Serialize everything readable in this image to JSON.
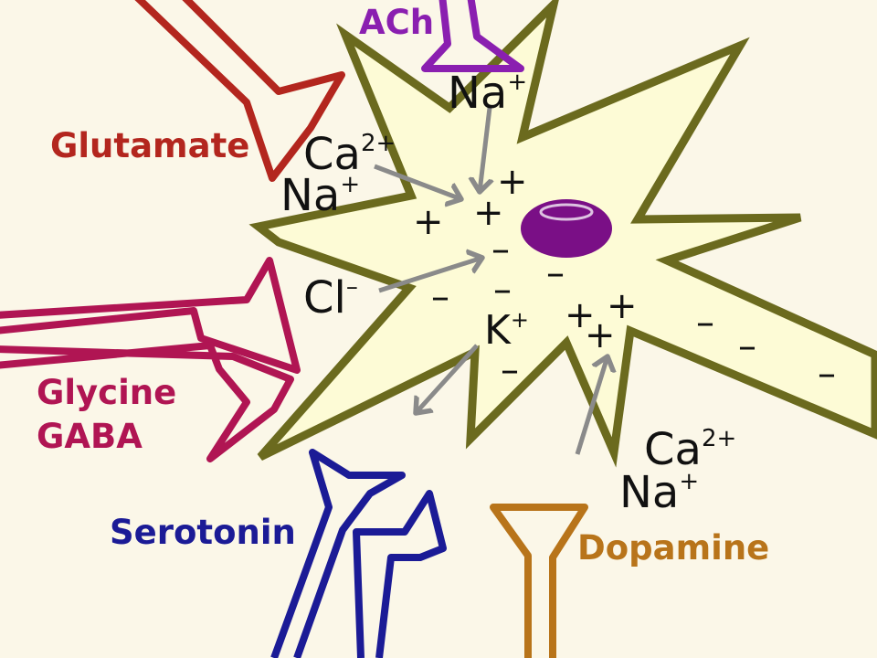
{
  "colors": {
    "background": "#fbf7e8",
    "cell_fill": "#fdfbd6",
    "cell_outline": "#6b6a1e",
    "nucleus": "#7a0f86",
    "arrow": "#8a8a8a",
    "ach": "#8a1fb0",
    "glutamate": "#b3261e",
    "glycine_gaba": "#b01553",
    "serotonin": "#1b1b96",
    "dopamine": "#b8741a"
  },
  "neurotransmitters": {
    "ach": "ACh",
    "glutamate": "Glutamate",
    "glycine": "Glycine",
    "gaba": "GABA",
    "serotonin": "Serotonin",
    "dopamine": "Dopamine"
  },
  "ions": {
    "top_na": {
      "base": "Na",
      "sup": "+"
    },
    "left_ca": {
      "base": "Ca",
      "sup": "2+"
    },
    "left_na": {
      "base": "Na",
      "sup": "+"
    },
    "cl": {
      "base": "Cl",
      "sup": "–"
    },
    "k": {
      "base": "K",
      "sup": "+"
    },
    "bottom_ca": {
      "base": "Ca",
      "sup": "2+"
    },
    "bottom_na": {
      "base": "Na",
      "sup": "+"
    }
  },
  "charges": {
    "plus": "+",
    "minus": "–"
  }
}
